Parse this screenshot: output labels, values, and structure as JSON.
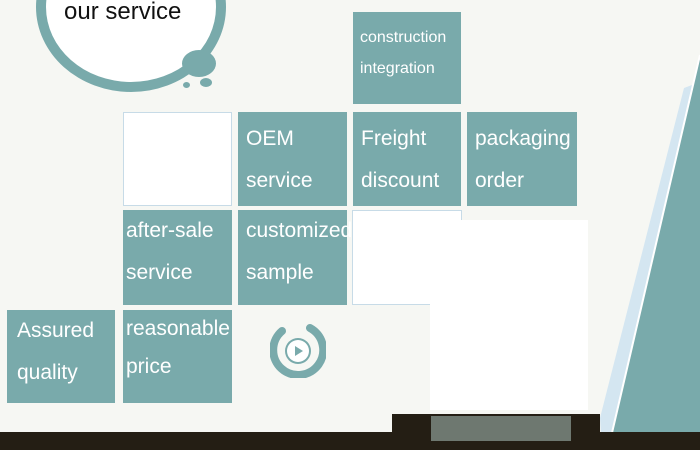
{
  "bubble": {
    "text": "our service"
  },
  "tiles": {
    "construction_integration": [
      "construction",
      "integration"
    ],
    "oem_service": [
      "OEM",
      "service"
    ],
    "freight_discount": [
      "Freight",
      "discount"
    ],
    "packaging_order": [
      "packaging",
      "order"
    ],
    "after_sale_service": [
      "after-sale",
      "service"
    ],
    "customized_sample": [
      "customized",
      "sample"
    ],
    "assured_quality": [
      "Assured",
      "quality"
    ],
    "reasonable_price": [
      "reasonable",
      "price"
    ]
  },
  "colors": {
    "teal": "#79aaab",
    "background": "#f6f7f3",
    "dark": "#241e14"
  },
  "icons": {
    "play": "play-icon"
  }
}
